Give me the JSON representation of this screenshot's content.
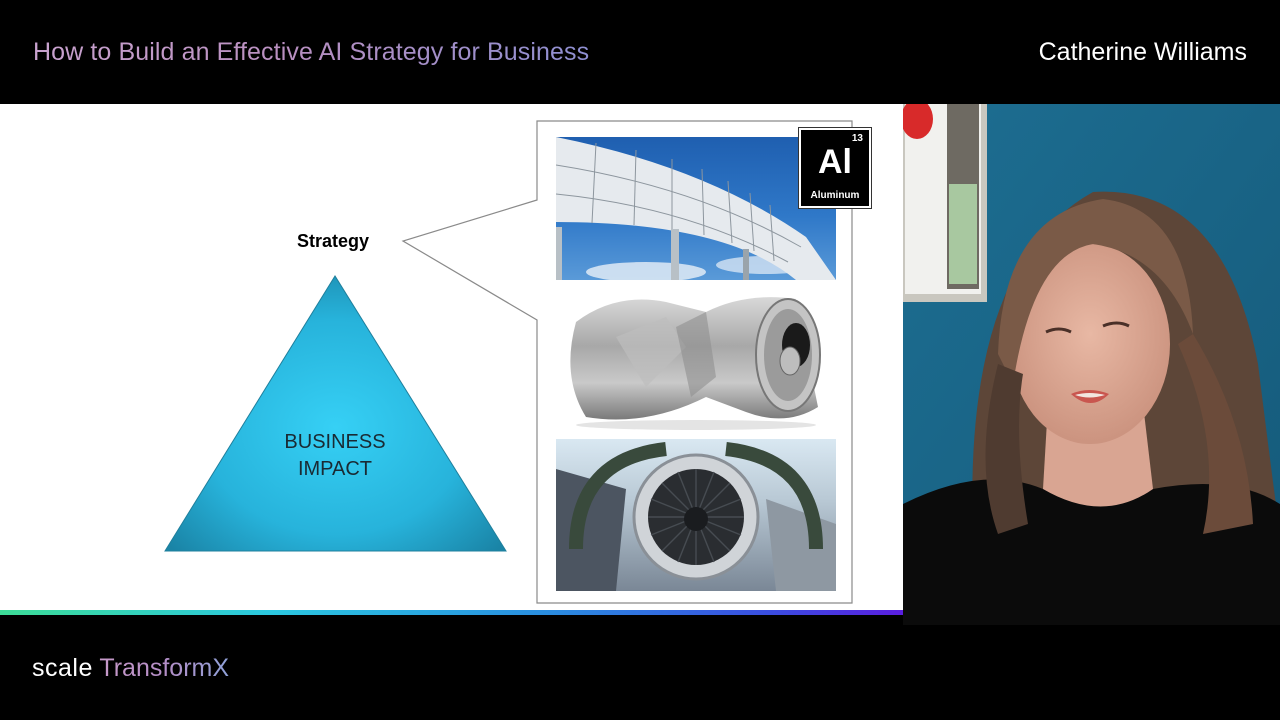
{
  "header": {
    "talk_title": "How to Build an Effective AI Strategy for Business",
    "speaker_name": "Catherine Williams"
  },
  "slide": {
    "callout_label": "Strategy",
    "triangle": {
      "line1": "BUSINESS",
      "line2": "IMPACT",
      "color": "#2bb8e0"
    },
    "photos": [
      {
        "name": "aluminum-building-facade",
        "description": "Curved aluminum-clad building against blue sky"
      },
      {
        "name": "crushed-aluminum-can",
        "description": "Crushed aluminum soda can"
      },
      {
        "name": "jet-engine",
        "description": "Jet engine with open nacelle cowlings"
      }
    ],
    "element_tile": {
      "atomic_number": "13",
      "symbol": "Al",
      "name": "Aluminum"
    },
    "gradient_colors": [
      "#3ddc97",
      "#2bc8e0",
      "#2a8fe0",
      "#3a4ee0",
      "#5a1ee0"
    ]
  },
  "video": {
    "description": "Speaker webcam feed: woman with shoulder-length brown hair, black top, teal wall background with framed artwork"
  },
  "footer": {
    "brand_scale": "scale",
    "brand_transformx": "TransformX"
  }
}
